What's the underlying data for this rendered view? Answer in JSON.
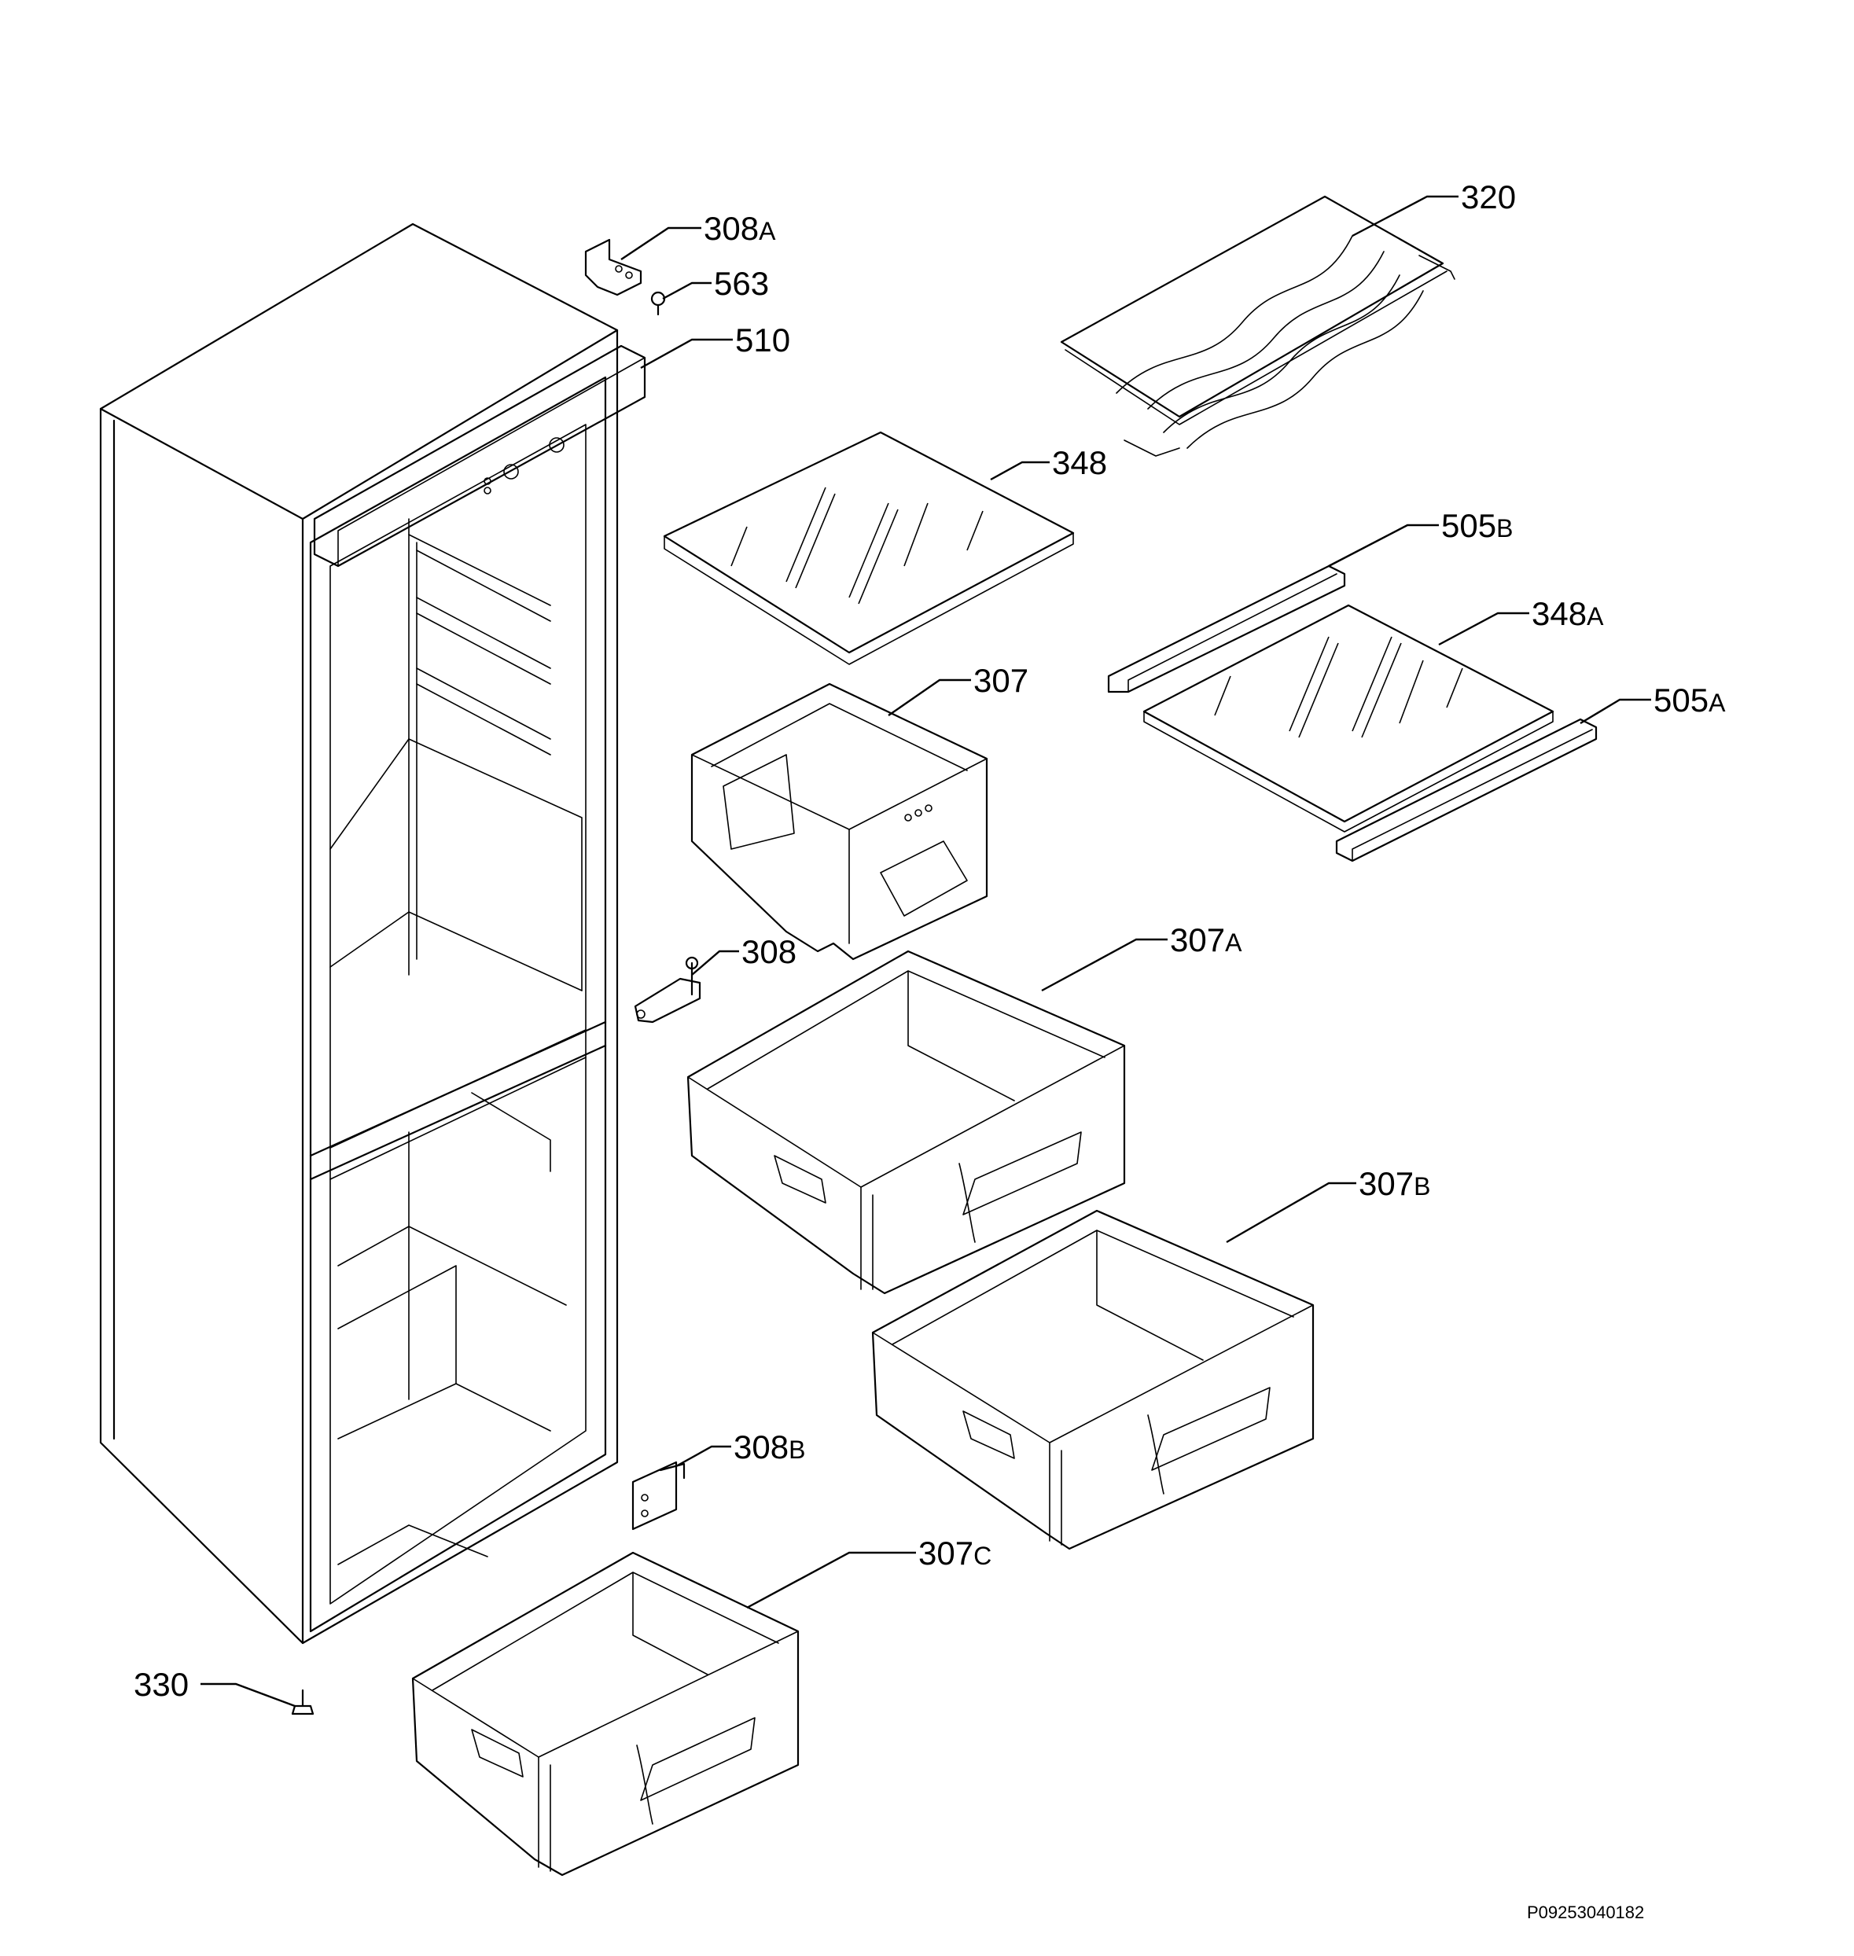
{
  "parts": [
    {
      "id": "p308a",
      "number": "308",
      "suffix": "A"
    },
    {
      "id": "p563",
      "number": "563",
      "suffix": ""
    },
    {
      "id": "p510",
      "number": "510",
      "suffix": ""
    },
    {
      "id": "p320",
      "number": "320",
      "suffix": ""
    },
    {
      "id": "p348",
      "number": "348",
      "suffix": ""
    },
    {
      "id": "p505b",
      "number": "505",
      "suffix": "B"
    },
    {
      "id": "p348a",
      "number": "348",
      "suffix": "A"
    },
    {
      "id": "p307",
      "number": "307",
      "suffix": ""
    },
    {
      "id": "p505a",
      "number": "505",
      "suffix": "A"
    },
    {
      "id": "p308",
      "number": "308",
      "suffix": ""
    },
    {
      "id": "p307a",
      "number": "307",
      "suffix": "A"
    },
    {
      "id": "p307b",
      "number": "307",
      "suffix": "B"
    },
    {
      "id": "p308b",
      "number": "308",
      "suffix": "B"
    },
    {
      "id": "p307c",
      "number": "307",
      "suffix": "C"
    },
    {
      "id": "p330",
      "number": "330",
      "suffix": ""
    }
  ],
  "drawing_code": "P09253040182"
}
